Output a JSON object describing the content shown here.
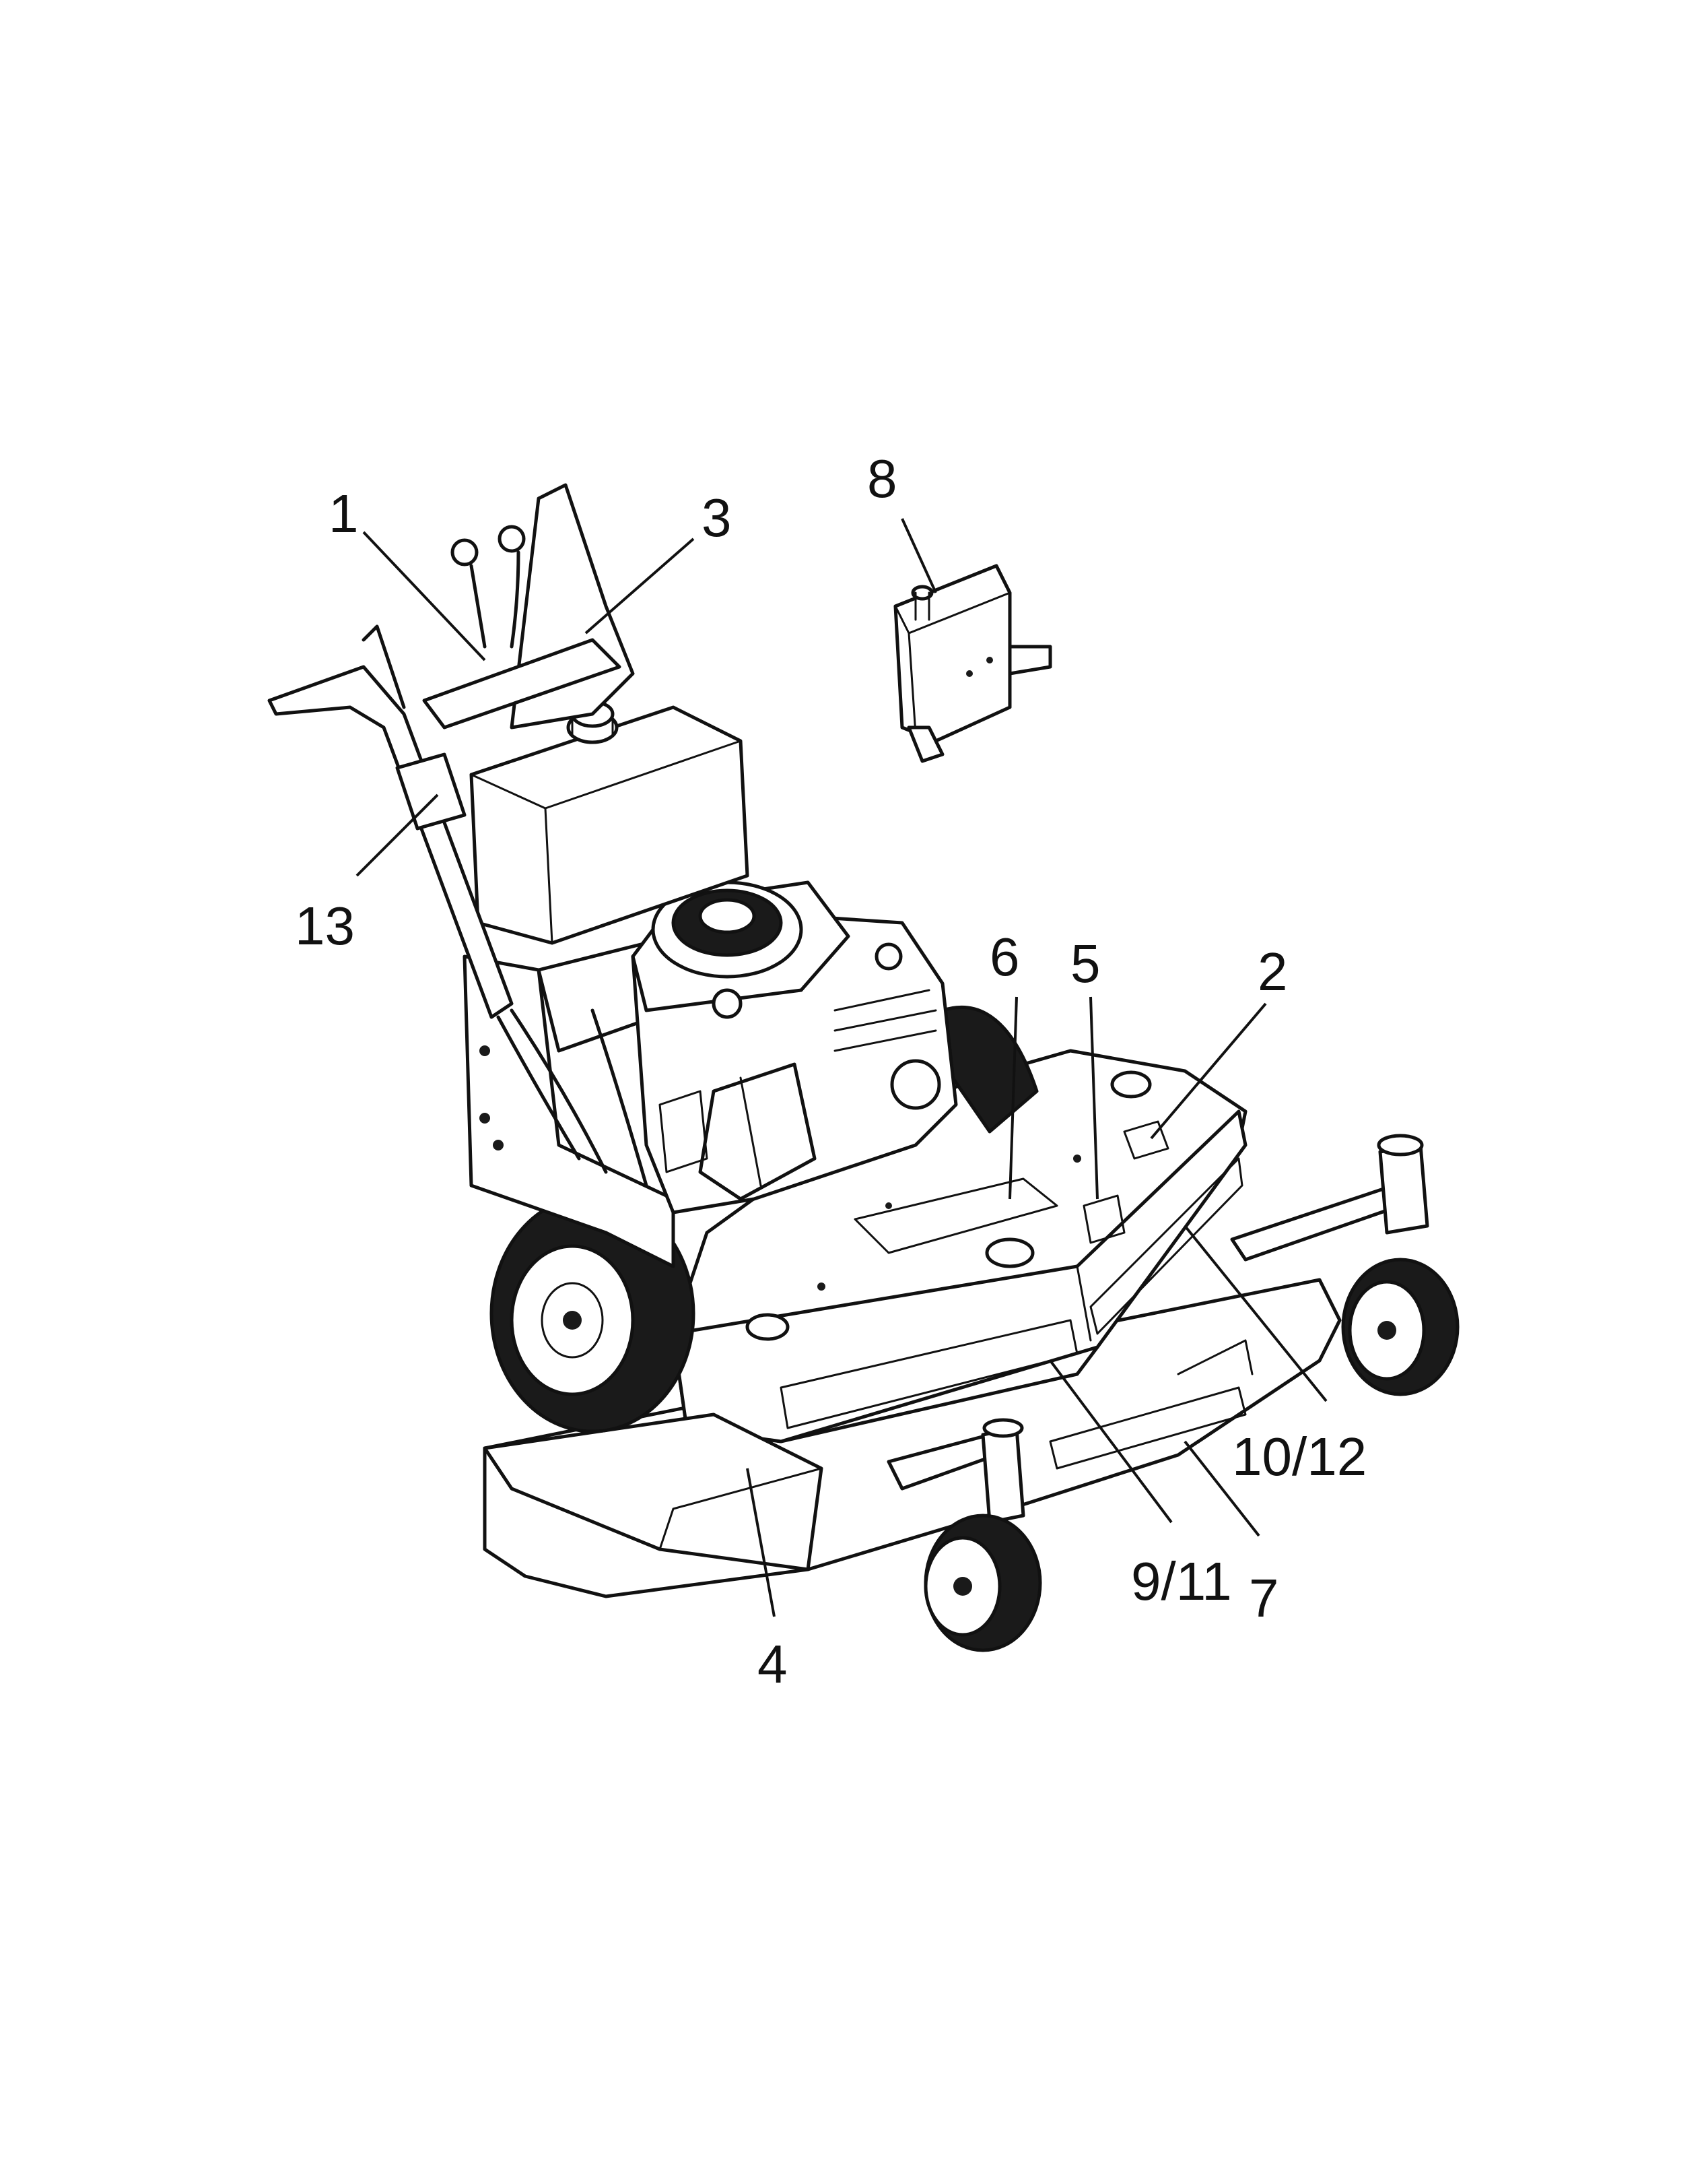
{
  "callouts": [
    {
      "id": "1",
      "label": "1"
    },
    {
      "id": "2",
      "label": "2"
    },
    {
      "id": "3",
      "label": "3"
    },
    {
      "id": "4",
      "label": "4"
    },
    {
      "id": "5",
      "label": "5"
    },
    {
      "id": "6",
      "label": "6"
    },
    {
      "id": "7",
      "label": "7"
    },
    {
      "id": "8",
      "label": "8"
    },
    {
      "id": "9_11",
      "label": "9/11"
    },
    {
      "id": "10_12",
      "label": "10/12"
    },
    {
      "id": "13",
      "label": "13"
    }
  ],
  "colors": {
    "ink": "#111111",
    "paper": "#ffffff",
    "tire": "#1a1a1a"
  }
}
